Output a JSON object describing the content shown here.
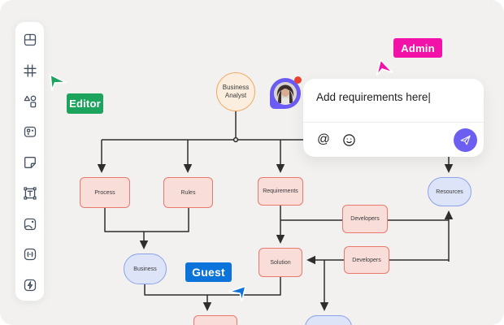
{
  "app": {
    "background": "#F2F1EF"
  },
  "sidebar": {
    "icons": [
      "layout-icon",
      "grid-icon",
      "shapes-icon",
      "widgets-icon",
      "sticky-note-icon",
      "text-icon",
      "image-icon",
      "embed-icon",
      "automation-icon"
    ]
  },
  "collaborators": {
    "editor": {
      "label": "Editor",
      "color": "#1CA45C"
    },
    "admin": {
      "label": "Admin",
      "color": "#F312A7"
    },
    "guest": {
      "label": "Guest",
      "color": "#0B73DA"
    }
  },
  "comment_box": {
    "text": "Add requirements here|",
    "at_icon": "@",
    "send_color": "#6C5EF1"
  },
  "avatar": {
    "status_dot_color": "#E8432D",
    "bubble_color": "#6B5BF5"
  },
  "diagram": {
    "nodes": {
      "business_analyst": {
        "label": "Business Analyst",
        "shape": "circle"
      },
      "process": {
        "label": "Process",
        "shape": "rect"
      },
      "rules": {
        "label": "Rules",
        "shape": "rect"
      },
      "requirements": {
        "label": "Requirements",
        "shape": "rect"
      },
      "resources": {
        "label": "Resources",
        "shape": "stadium"
      },
      "developers1": {
        "label": "Developers",
        "shape": "rect"
      },
      "developers2": {
        "label": "Developers",
        "shape": "rect"
      },
      "solution": {
        "label": "Solution",
        "shape": "rect"
      },
      "business": {
        "label": "Business",
        "shape": "stadium"
      }
    },
    "colors": {
      "task_fill": "#F8DDD9",
      "task_border": "#E9796D",
      "state_fill": "#DEE4F8",
      "state_border": "#8BA2EC",
      "start_fill": "#FCEEDF",
      "start_border": "#EFA963",
      "line": "#2E2E2E"
    }
  }
}
